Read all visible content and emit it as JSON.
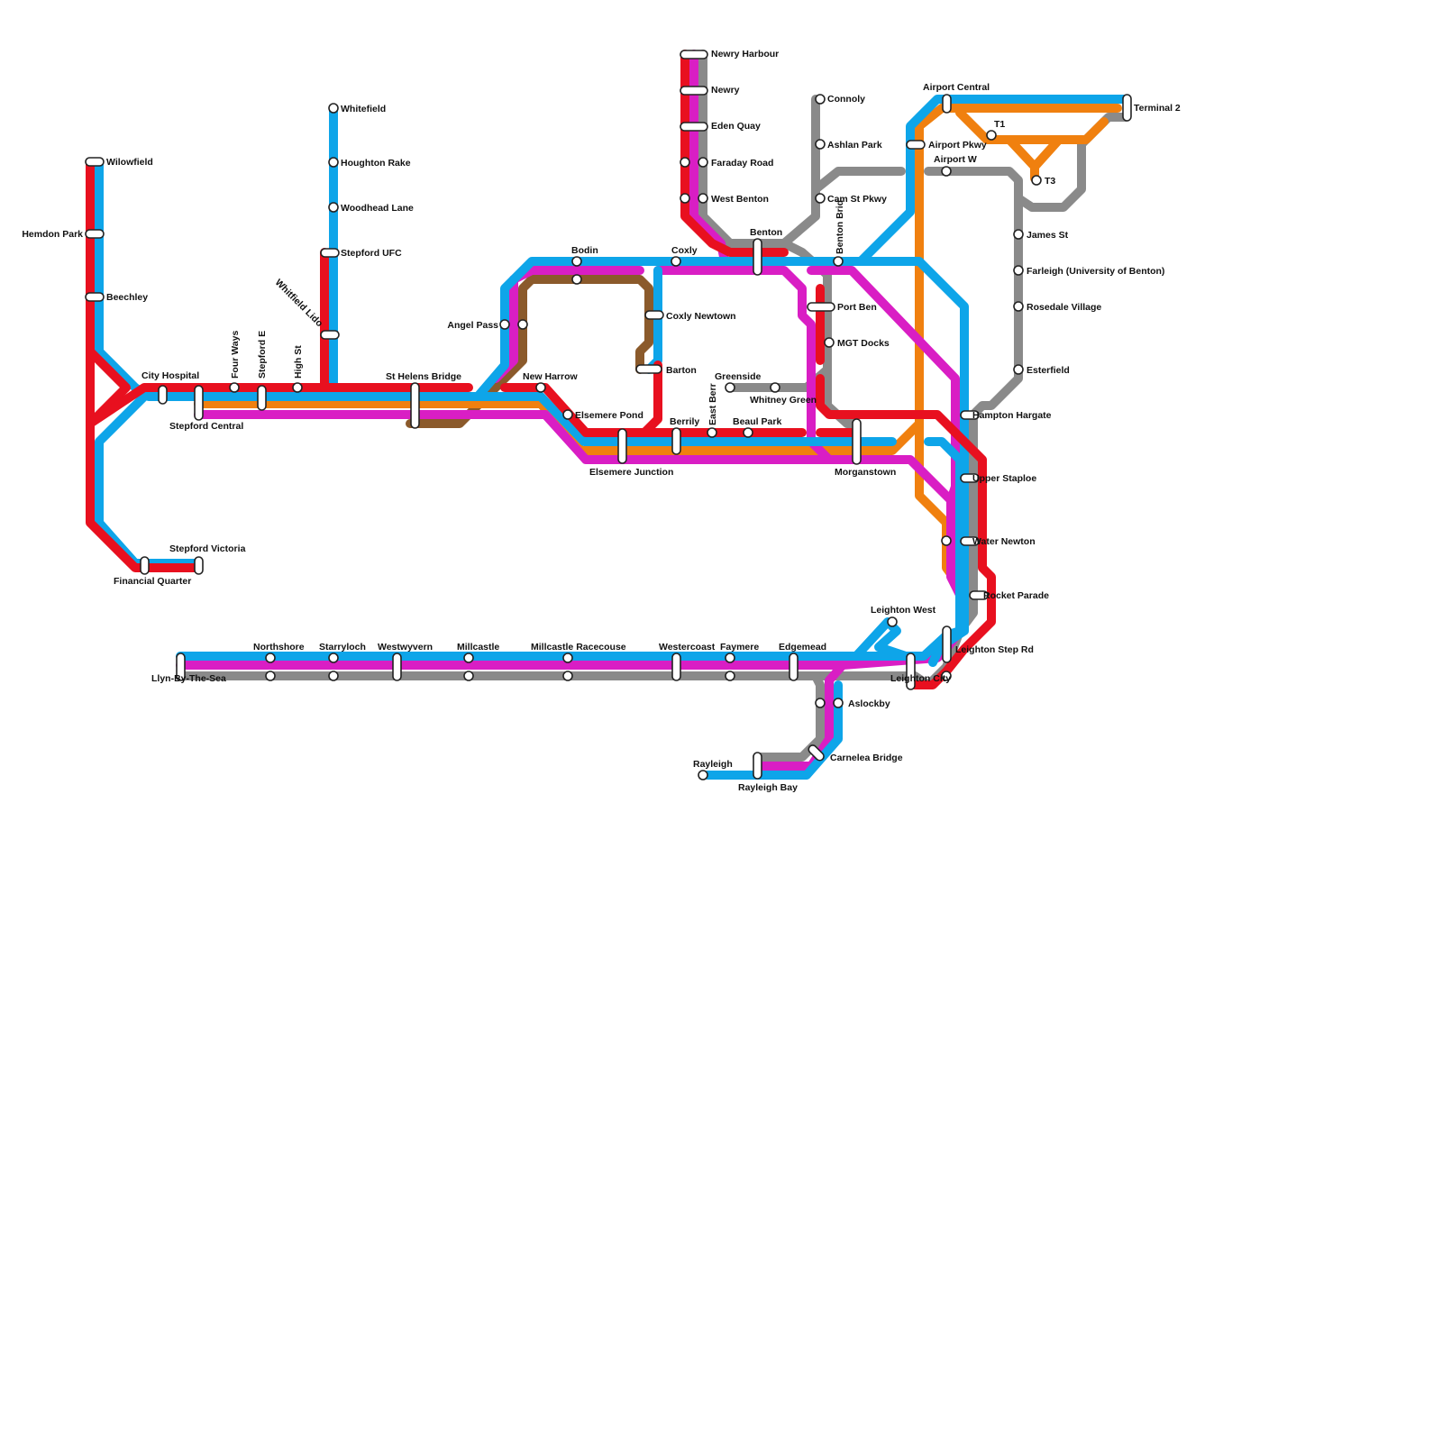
{
  "colors": {
    "red": "#e8101f",
    "blue": "#0ea5e9",
    "magenta": "#d91ec4",
    "orange": "#f0800f",
    "gray": "#8a8a8a",
    "brown": "#8b5a2b"
  },
  "lines": [
    {
      "id": "blue",
      "color": "blue"
    },
    {
      "id": "red",
      "color": "red"
    },
    {
      "id": "magenta",
      "color": "magenta"
    },
    {
      "id": "orange",
      "color": "orange"
    },
    {
      "id": "gray",
      "color": "gray"
    },
    {
      "id": "brown",
      "color": "brown"
    }
  ],
  "stations": [
    {
      "id": "wilowfield",
      "name": "Wilowfield"
    },
    {
      "id": "hemdon-park",
      "name": "Hemdon Park"
    },
    {
      "id": "beechley",
      "name": "Beechley"
    },
    {
      "id": "city-hospital",
      "name": "City Hospital"
    },
    {
      "id": "stepford-central",
      "name": "Stepford Central"
    },
    {
      "id": "four-ways",
      "name": "Four Ways"
    },
    {
      "id": "stepford-e",
      "name": "Stepford E"
    },
    {
      "id": "high-st",
      "name": "High St"
    },
    {
      "id": "whitfield-lido",
      "name": "Whitfield Lido"
    },
    {
      "id": "stepford-ufc",
      "name": "Stepford UFC"
    },
    {
      "id": "woodhead-lane",
      "name": "Woodhead Lane"
    },
    {
      "id": "houghton-rake",
      "name": "Houghton Rake"
    },
    {
      "id": "whitefield",
      "name": "Whitefield"
    },
    {
      "id": "st-helens-bridge",
      "name": "St Helens Bridge"
    },
    {
      "id": "financial-quarter",
      "name": "Financial Quarter"
    },
    {
      "id": "stepford-victoria",
      "name": "Stepford Victoria"
    },
    {
      "id": "angel-pass",
      "name": "Angel Pass"
    },
    {
      "id": "bodin",
      "name": "Bodin"
    },
    {
      "id": "new-harrow",
      "name": "New Harrow"
    },
    {
      "id": "elsemere-pond",
      "name": "Elsemere Pond"
    },
    {
      "id": "elsemere-junction",
      "name": "Elsemere Junction"
    },
    {
      "id": "coxly",
      "name": "Coxly"
    },
    {
      "id": "coxly-newtown",
      "name": "Coxly Newtown"
    },
    {
      "id": "barton",
      "name": "Barton"
    },
    {
      "id": "berrily",
      "name": "Berrily"
    },
    {
      "id": "east-berr",
      "name": "East Berr"
    },
    {
      "id": "beaul-park",
      "name": "Beaul Park"
    },
    {
      "id": "greenside",
      "name": "Greenside"
    },
    {
      "id": "whitney-green",
      "name": "Whitney Green"
    },
    {
      "id": "newry-harbour",
      "name": "Newry Harbour"
    },
    {
      "id": "newry",
      "name": "Newry"
    },
    {
      "id": "eden-quay",
      "name": "Eden Quay"
    },
    {
      "id": "faraday-road",
      "name": "Faraday Road"
    },
    {
      "id": "west-benton",
      "name": "West Benton"
    },
    {
      "id": "benton",
      "name": "Benton"
    },
    {
      "id": "connoly",
      "name": "Connoly"
    },
    {
      "id": "ashlan-park",
      "name": "Ashlan Park"
    },
    {
      "id": "cam-st-pkwy",
      "name": "Cam St Pkwy"
    },
    {
      "id": "benton-brid",
      "name": "Benton Brid"
    },
    {
      "id": "port-ben",
      "name": "Port Ben"
    },
    {
      "id": "mgt-docks",
      "name": "MGT Docks"
    },
    {
      "id": "morganstown",
      "name": "Morganstown"
    },
    {
      "id": "airport-central",
      "name": "Airport Central"
    },
    {
      "id": "airport-pkwy",
      "name": "Airport Pkwy"
    },
    {
      "id": "airport-w",
      "name": "Airport W"
    },
    {
      "id": "t1",
      "name": "T1"
    },
    {
      "id": "t3",
      "name": "T3"
    },
    {
      "id": "terminal-2",
      "name": "Terminal 2"
    },
    {
      "id": "james-st",
      "name": "James St"
    },
    {
      "id": "farleigh",
      "name": "Farleigh (University of Benton)"
    },
    {
      "id": "rosedale-village",
      "name": "Rosedale Village"
    },
    {
      "id": "esterfield",
      "name": "Esterfield"
    },
    {
      "id": "hampton-hargate",
      "name": "Hampton Hargate"
    },
    {
      "id": "upper-staploe",
      "name": "Upper Staploe"
    },
    {
      "id": "water-newton",
      "name": "Water Newton"
    },
    {
      "id": "rocket-parade",
      "name": "Rocket Parade"
    },
    {
      "id": "leighton-west",
      "name": "Leighton West"
    },
    {
      "id": "leighton-step-rd",
      "name": "Leighton Step Rd"
    },
    {
      "id": "leighton-city",
      "name": "Leighton City"
    },
    {
      "id": "llyn-by-the-sea",
      "name": "Llyn-By-The-Sea"
    },
    {
      "id": "northshore",
      "name": "Northshore"
    },
    {
      "id": "starryloch",
      "name": "Starryloch"
    },
    {
      "id": "westwyvern",
      "name": "Westwyvern"
    },
    {
      "id": "millcastle",
      "name": "Millcastle"
    },
    {
      "id": "millcastle-racecourse",
      "name": "Millcastle Racecouse"
    },
    {
      "id": "westercoast",
      "name": "Westercoast"
    },
    {
      "id": "faymere",
      "name": "Faymere"
    },
    {
      "id": "edgemead",
      "name": "Edgemead"
    },
    {
      "id": "aslockby",
      "name": "Aslockby"
    },
    {
      "id": "carnelea-bridge",
      "name": "Carnelea Bridge"
    },
    {
      "id": "rayleigh",
      "name": "Rayleigh"
    },
    {
      "id": "rayleigh-bay",
      "name": "Rayleigh Bay"
    }
  ]
}
